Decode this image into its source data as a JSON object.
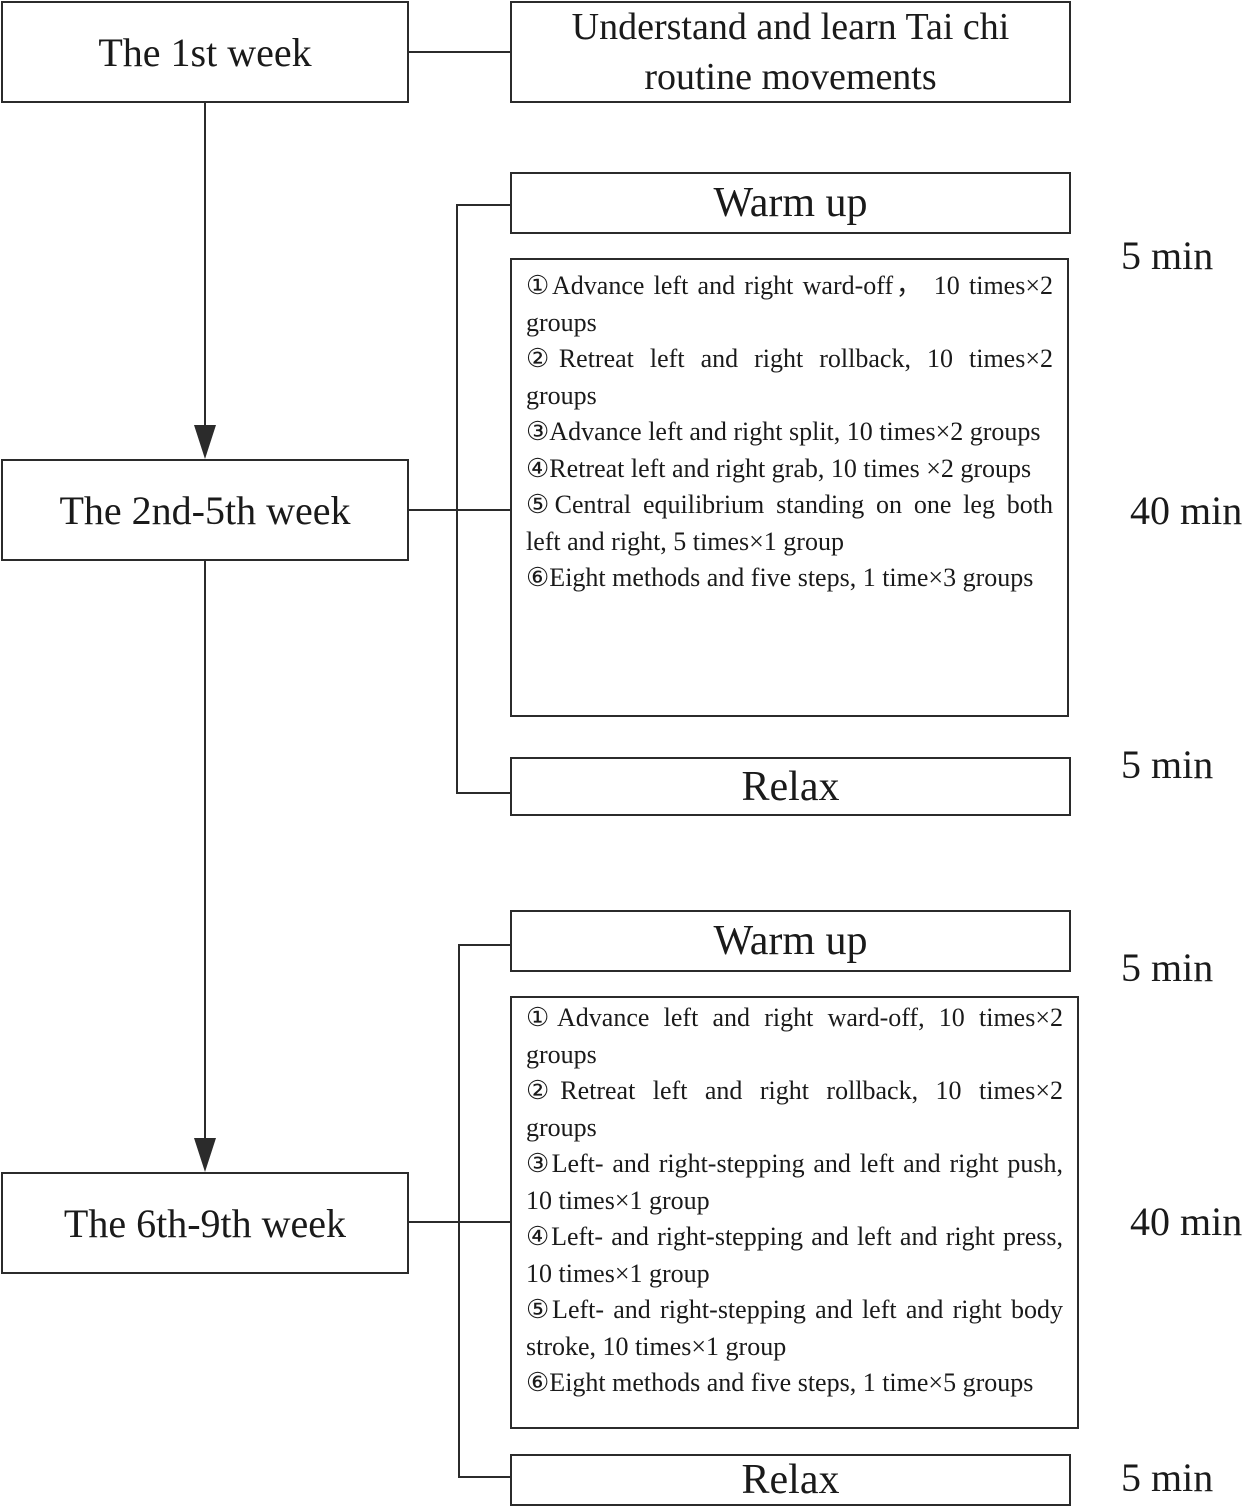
{
  "weeks": {
    "w1": "The 1st week",
    "w2": "The 2nd-5th week",
    "w3": "The 6th-9th week"
  },
  "week1_task": "Understand and learn Tai chi routine movements",
  "block1": {
    "warmup": "Warm up",
    "warmup_duration": "5 min",
    "steps": [
      "①Advance left and right ward-off， 10 times×2 groups",
      "②Retreat left and right rollback, 10 times×2 groups",
      "③Advance left and right split, 10 times×2 groups",
      "④Retreat left and right grab, 10 times ×2 groups",
      "⑤Central equilibrium standing on one leg both left and right, 5 times×1 group",
      "⑥Eight methods and five steps, 1 time×3 groups"
    ],
    "main_duration": "40 min",
    "relax": "Relax",
    "relax_duration": "5 min"
  },
  "block2": {
    "warmup": "Warm up",
    "warmup_duration": "5 min",
    "steps": [
      "①Advance left and right ward-off, 10 times×2 groups",
      "②Retreat left and right rollback, 10 times×2 groups",
      "③Left- and right-stepping and left and right push, 10 times×1 group",
      "④Left- and right-stepping and left and right press, 10 times×1 group",
      "⑤Left- and right-stepping and left and right body stroke, 10 times×1 group",
      "⑥Eight methods and five steps, 1 time×5 groups"
    ],
    "main_duration": "40 min",
    "relax": "Relax",
    "relax_duration": "5 min"
  }
}
